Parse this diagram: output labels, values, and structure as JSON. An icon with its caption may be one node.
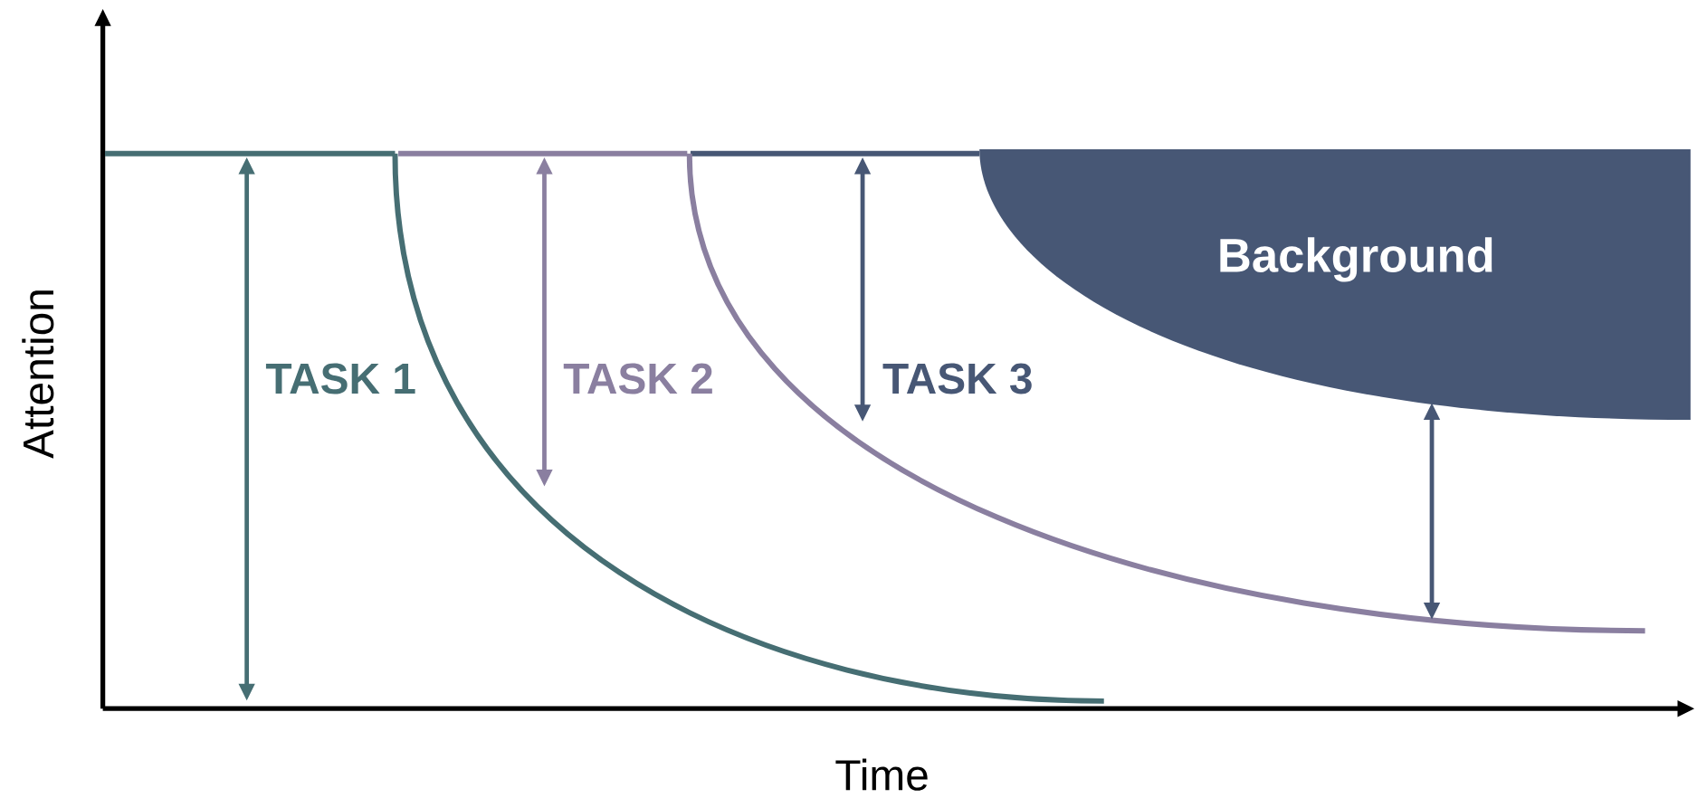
{
  "diagram": {
    "nodes": [
      {
        "text": [
          "Background"
        ]
      }
    ],
    "labels": [
      "TASK 1",
      "TASK 2",
      "TASK 3",
      "Attention",
      "Time"
    ]
  }
}
